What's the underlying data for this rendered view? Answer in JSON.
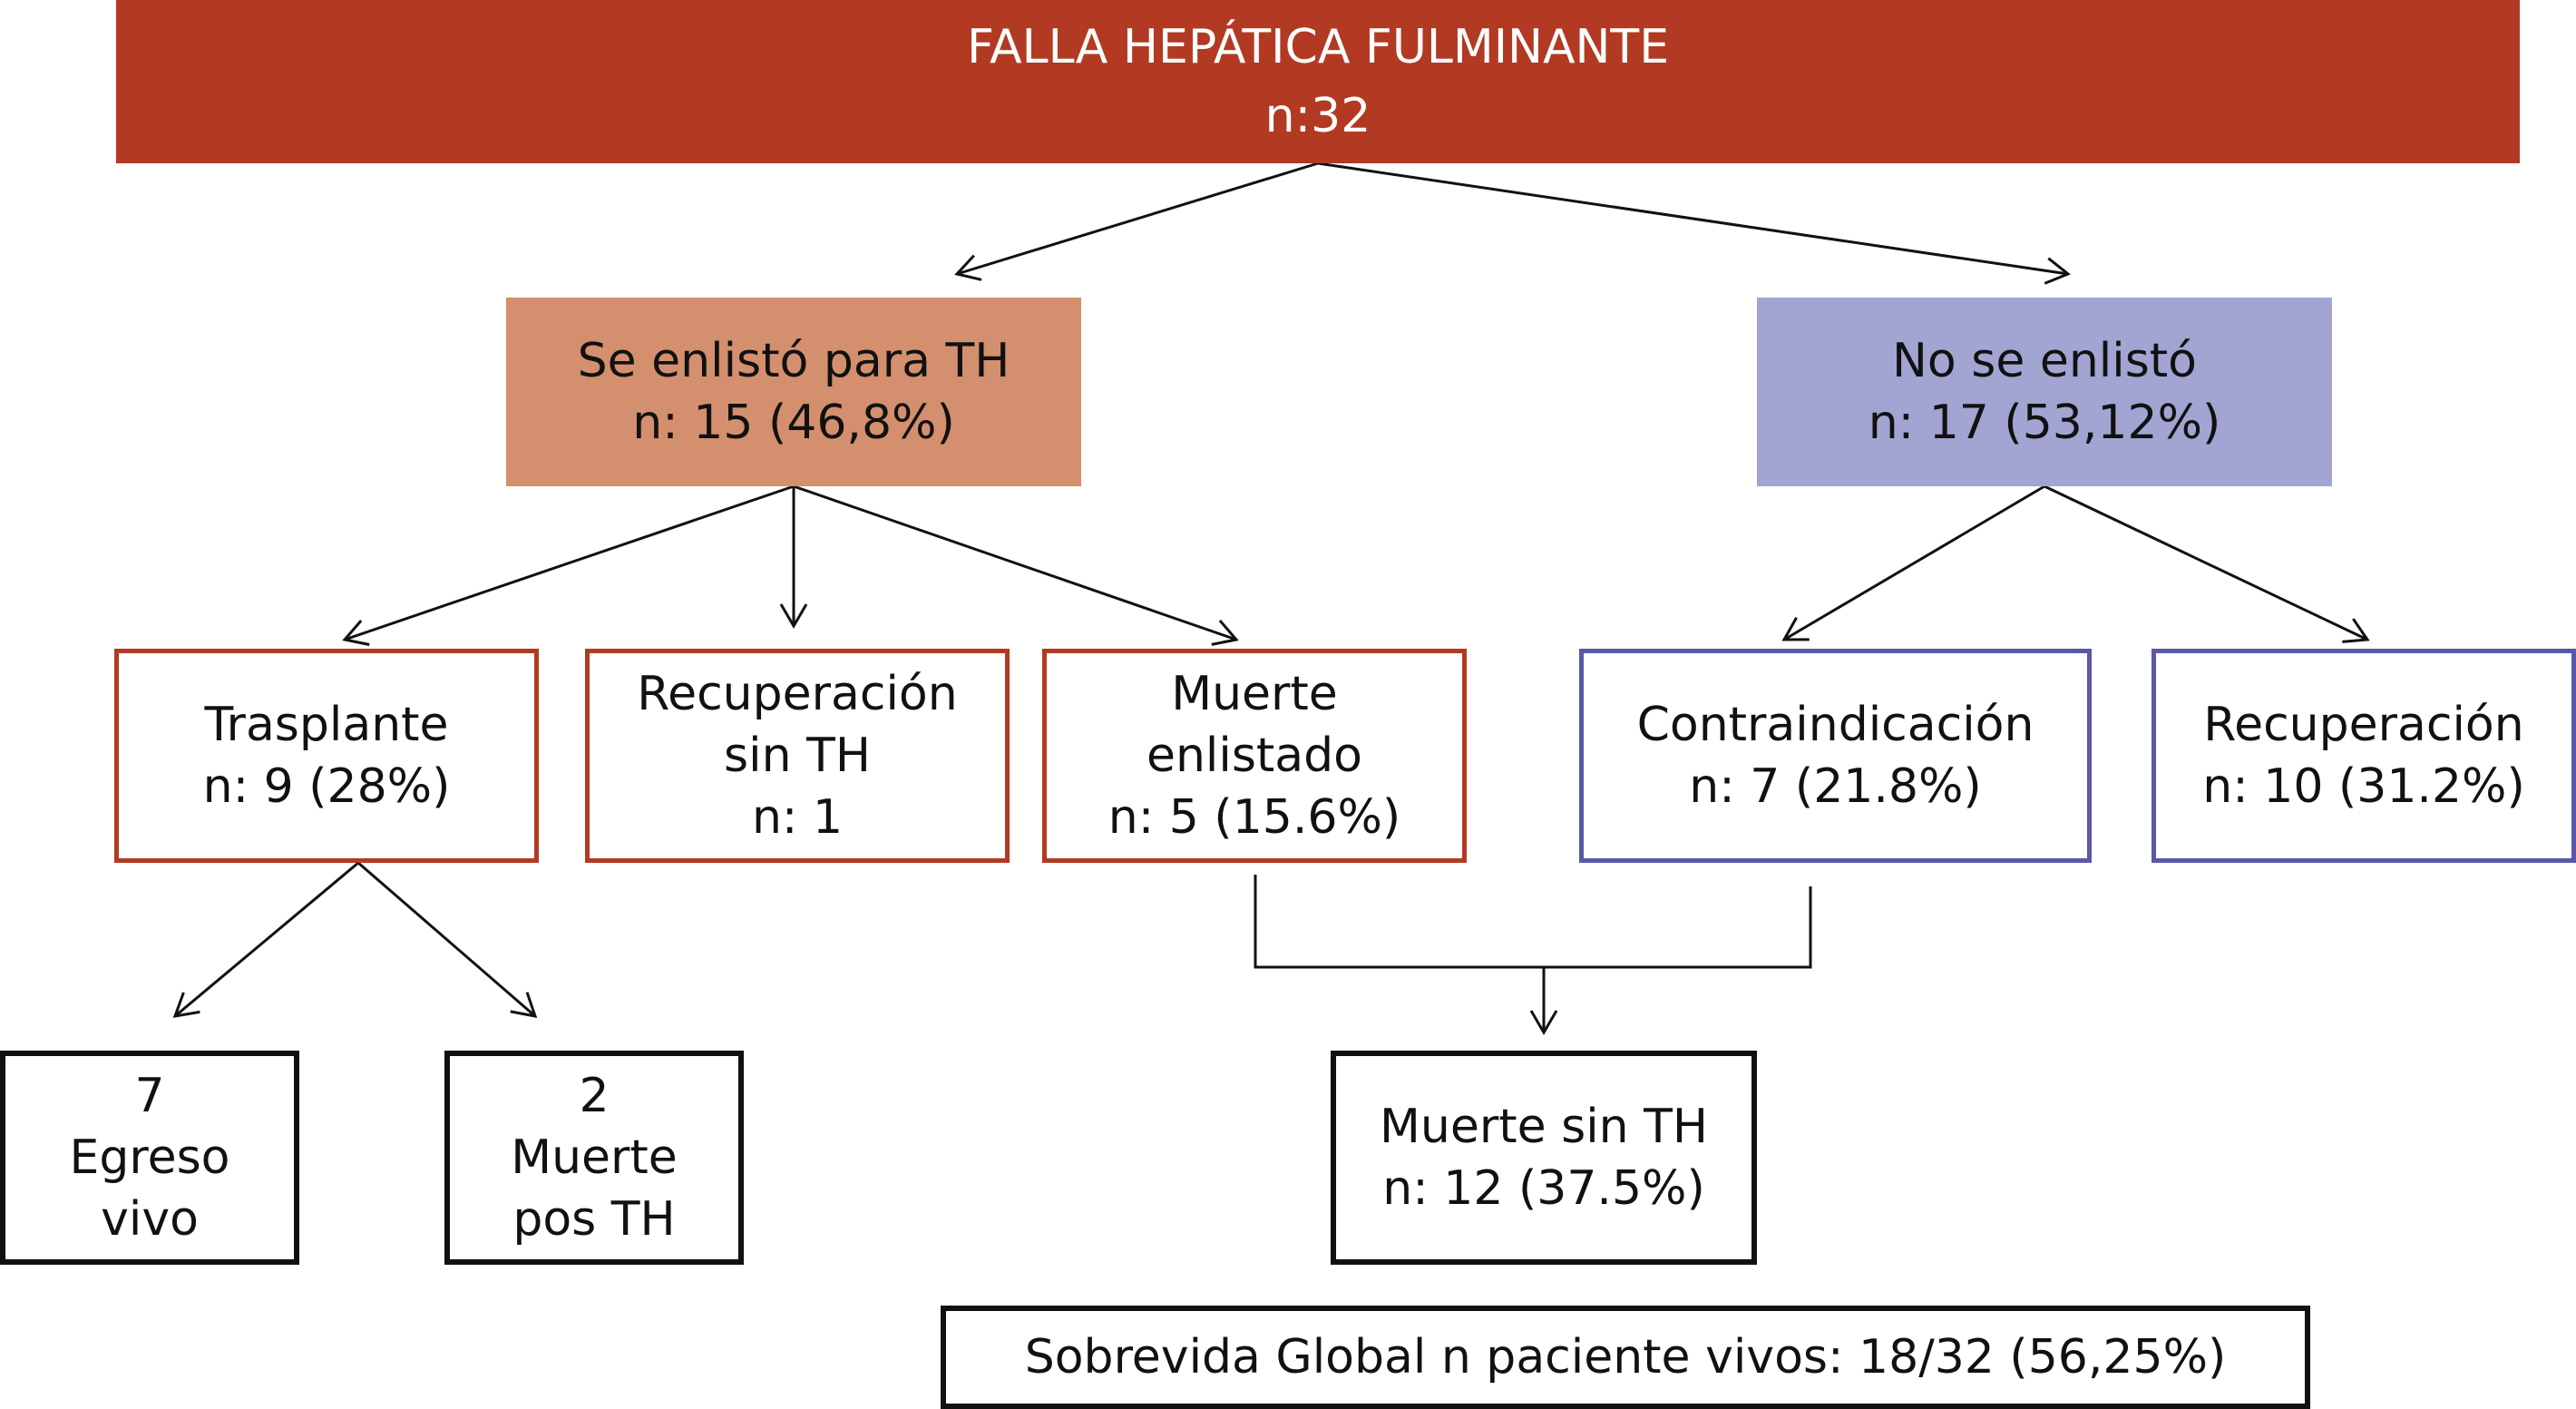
{
  "root": {
    "title": "FALLA HEPÁTICA FULMINANTE",
    "count": "n:32"
  },
  "listed": {
    "title": "Se enlistó para TH",
    "count": "n: 15 (46,8%)"
  },
  "not_listed": {
    "title": "No se enlistó",
    "count": "n: 17 (53,12%)"
  },
  "transplant": {
    "title": "Trasplante",
    "count": "n: 9 (28%)"
  },
  "recovery_no_th": {
    "line1": "Recuperación",
    "line2": "sin TH",
    "count": "n: 1"
  },
  "death_listed": {
    "line1": "Muerte",
    "line2": "enlistado",
    "count": "n: 5 (15.6%)"
  },
  "contraindication": {
    "title": "Contraindicación",
    "count": "n: 7 (21.8%)"
  },
  "recovery": {
    "title": "Recuperación",
    "count": "n: 10 (31.2%)"
  },
  "alive_discharge": {
    "count": "7",
    "line1": "Egreso",
    "line2": "vivo"
  },
  "death_post_th": {
    "count": "2",
    "line1": "Muerte",
    "line2": "pos TH"
  },
  "death_no_th": {
    "title": "Muerte sin TH",
    "count": "n: 12 (37.5%)"
  },
  "survival": {
    "text": "Sobrevida Global n paciente vivos: 18/32 (56,25%)"
  },
  "colors": {
    "root": "#b23a22",
    "listed": "#d48f6e",
    "not_listed": "#a2a5d2",
    "red_border": "#b23a22",
    "blue_border": "#5a58a8"
  }
}
